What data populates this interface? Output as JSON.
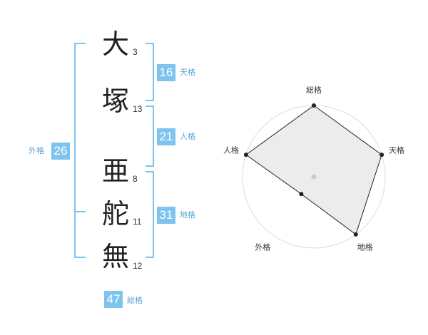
{
  "name": {
    "characters": [
      {
        "char": "大",
        "strokes": "3"
      },
      {
        "char": "塚",
        "strokes": "13"
      },
      {
        "char": "亜",
        "strokes": "8"
      },
      {
        "char": "舵",
        "strokes": "11"
      },
      {
        "char": "無",
        "strokes": "12"
      }
    ]
  },
  "fortunes": {
    "tenkaku": {
      "value": "16",
      "label": "天格"
    },
    "jinkaku": {
      "value": "21",
      "label": "人格"
    },
    "chikaku": {
      "value": "31",
      "label": "地格"
    },
    "gaikaku": {
      "value": "26",
      "label": "外格"
    },
    "soukaku": {
      "value": "47",
      "label": "総格"
    }
  },
  "colors": {
    "accent": "#7fc4ee",
    "accent_text": "#5aa7d6"
  },
  "chart_data": {
    "type": "radar",
    "axes": [
      "総格",
      "天格",
      "地格",
      "外格",
      "人格"
    ],
    "values": [
      5,
      5,
      5,
      1.5,
      5
    ],
    "rmax": 5,
    "rings": 5
  }
}
